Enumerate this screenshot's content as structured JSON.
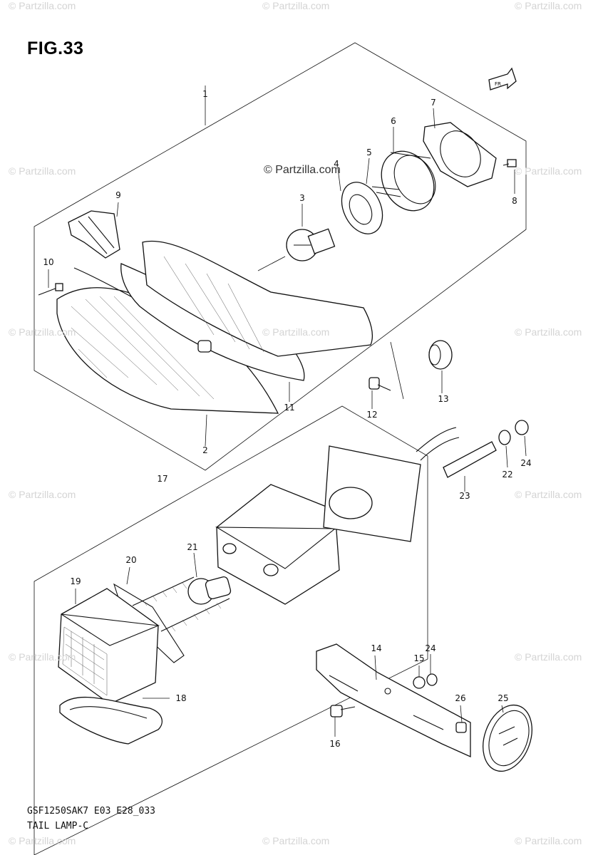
{
  "figure": {
    "title": "FIG.33"
  },
  "footer": {
    "code": "GSF1250SAK7 E03 E28_033",
    "title": "TAIL LAMP-C"
  },
  "watermarks": {
    "corner": "© Partzilla.com",
    "center": "© Partzilla.com"
  },
  "callouts": {
    "p1": "1",
    "p2": "2",
    "p3": "3",
    "p4": "4",
    "p5": "5",
    "p6": "6",
    "p7": "7",
    "p8": "8",
    "p9": "9",
    "p10": "10",
    "p11": "11",
    "p12": "12",
    "p13": "13",
    "p14": "14",
    "p15": "15",
    "p16": "16",
    "p17": "17",
    "p18": "18",
    "p19": "19",
    "p20": "20",
    "p21": "21",
    "p22": "22",
    "p23": "23",
    "p24a": "24",
    "p24b": "24",
    "p25": "25",
    "p26": "26"
  },
  "icons": {
    "front_arrow": "front-direction-arrow-icon"
  }
}
